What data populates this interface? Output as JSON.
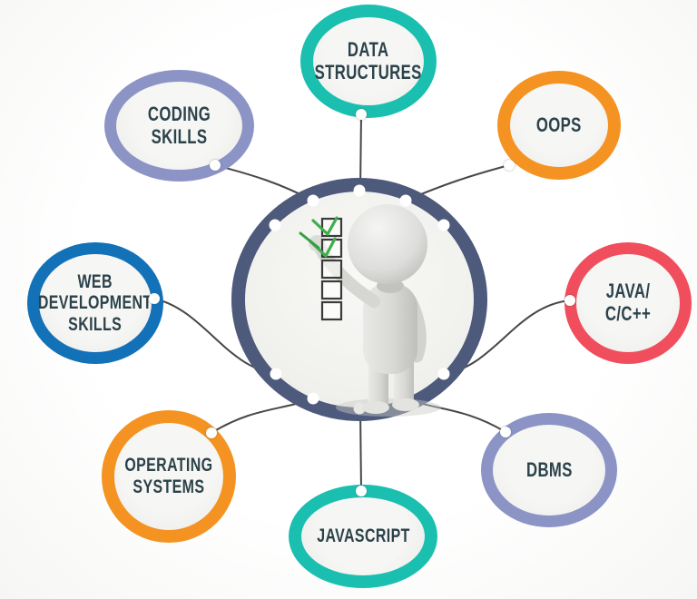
{
  "diagram": {
    "type": "hub-and-spoke",
    "center": {
      "figure": "3d-person-marking-checklist",
      "checklist": {
        "boxes": 5,
        "checked": 2,
        "check_color": "#3fae4c"
      },
      "ring_color": "#4d5a7b",
      "ring_dots": 10
    },
    "nodes": [
      {
        "id": "data-structures",
        "lines": [
          "DATA",
          "STRUCTURES",
          ""
        ],
        "color": "#1abfb0",
        "position": "top"
      },
      {
        "id": "oops",
        "lines": [
          "OOPS",
          "",
          ""
        ],
        "color": "#f49322",
        "position": "top-right"
      },
      {
        "id": "java-c-cpp",
        "lines": [
          "JAVA/",
          "C/C++",
          ""
        ],
        "color": "#f04e5c",
        "position": "right"
      },
      {
        "id": "dbms",
        "lines": [
          "DBMS",
          "",
          ""
        ],
        "color": "#8b94c5",
        "position": "bottom-right"
      },
      {
        "id": "javascript",
        "lines": [
          "JAVASCRIPT",
          "",
          ""
        ],
        "color": "#1abfb0",
        "position": "bottom"
      },
      {
        "id": "operating-systems",
        "lines": [
          "OPERATING",
          "SYSTEMS",
          ""
        ],
        "color": "#f49322",
        "position": "bottom-left"
      },
      {
        "id": "web-development-skills",
        "lines": [
          "WEB",
          "DEVELOPMENT",
          "SKILLS"
        ],
        "color": "#1371b8",
        "position": "left"
      },
      {
        "id": "coding-skills",
        "lines": [
          "CODING",
          "SKILLS",
          ""
        ],
        "color": "#8b94c5",
        "position": "top-left"
      }
    ],
    "palette": {
      "teal": "#1abfb0",
      "orange": "#f49322",
      "red": "#f04e5c",
      "periwinkle": "#8b94c5",
      "blue": "#1371b8",
      "center_ring": "#4d5a7b",
      "connector_line": "#474747",
      "label_text": "#2c424b",
      "circle_fill": "#f1f1ee",
      "background": "#fdfdfc"
    }
  }
}
